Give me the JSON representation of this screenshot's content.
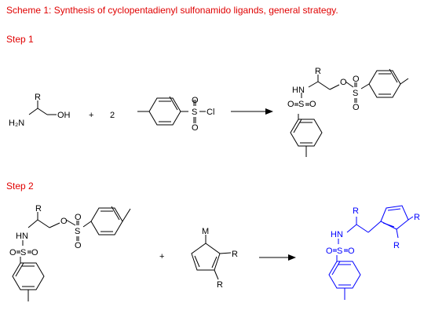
{
  "scheme_title": "Scheme 1: Synthesis of cyclopentadienyl sulfonamido ligands, general strategy.",
  "step1": {
    "label": "Step 1",
    "reactant1": {
      "R": "R",
      "H2N": "H₂N",
      "OH": "OH"
    },
    "plus": "+",
    "coefficient": "2",
    "reactant2": {
      "S": "S",
      "O_top": "O",
      "O_bottom": "O",
      "Cl": "Cl"
    },
    "product": {
      "R": "R",
      "HN": "HN",
      "O_link": "O",
      "S_ester": "S",
      "O_ester_top": "O",
      "O_ester_bottom": "O",
      "O_left": "O",
      "S_amide": "S",
      "O_right": "O"
    }
  },
  "step2": {
    "label": "Step 2",
    "reactant1": {
      "R": "R",
      "HN": "HN",
      "O_link": "O",
      "S_ester": "S",
      "O_ester_top": "O",
      "O_ester_bottom": "O",
      "O_left": "O",
      "S_amide": "S",
      "O_right": "O"
    },
    "plus": "+",
    "reactant2": {
      "M": "M",
      "R1": "R",
      "R2": "R"
    },
    "product": {
      "R_chain": "R",
      "HN": "HN",
      "R_ring_top": "R",
      "R_ring_bottom": "R",
      "O_left": "O",
      "S_amide": "S",
      "O_right": "O"
    }
  },
  "colors": {
    "title": "#e00000",
    "structure": "#000000",
    "product2": "#0000ff"
  }
}
